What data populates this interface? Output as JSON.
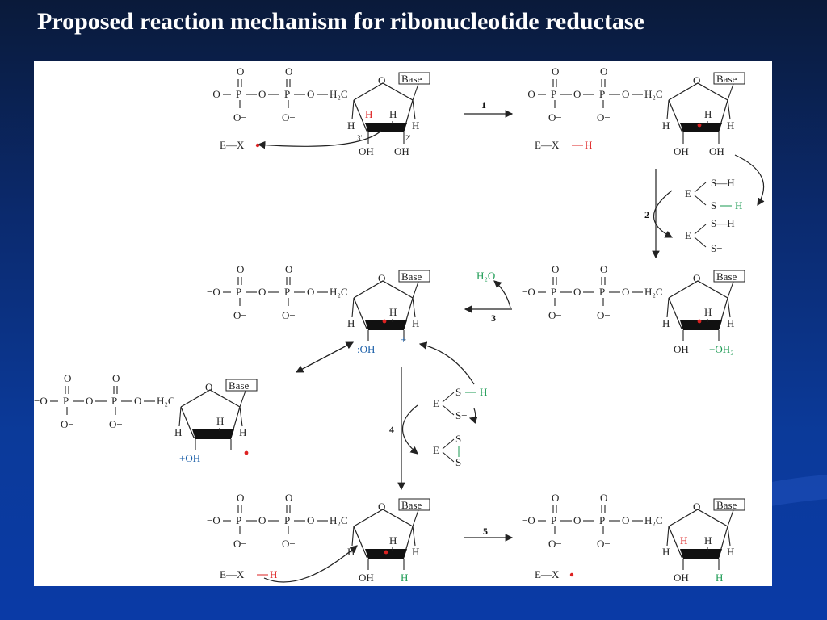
{
  "slide": {
    "title": "Proposed reaction mechanism for ribonucleotide reductase"
  },
  "labels": {
    "base": "Base",
    "o": "O",
    "p": "P",
    "o_minus": "O−",
    "minus_o": "−O",
    "h": "H",
    "oh": "OH",
    "h2c": "H₂C",
    "h2o": "H₂O",
    "ex": "E—X",
    "e": "E",
    "s": "S",
    "s_minus": "S−",
    "sh": "S—H",
    "oh2_plus": "+OH₂",
    "oh_plus": "+OH",
    "oh_lone": ":OH",
    "plus": "+",
    "pos_3": "3′",
    "pos_2": "2′"
  },
  "steps": [
    "1",
    "2",
    "3",
    "4",
    "5"
  ],
  "colors": {
    "red": "#d22222",
    "green": "#1a9a52",
    "blue": "#1b5fa8"
  }
}
